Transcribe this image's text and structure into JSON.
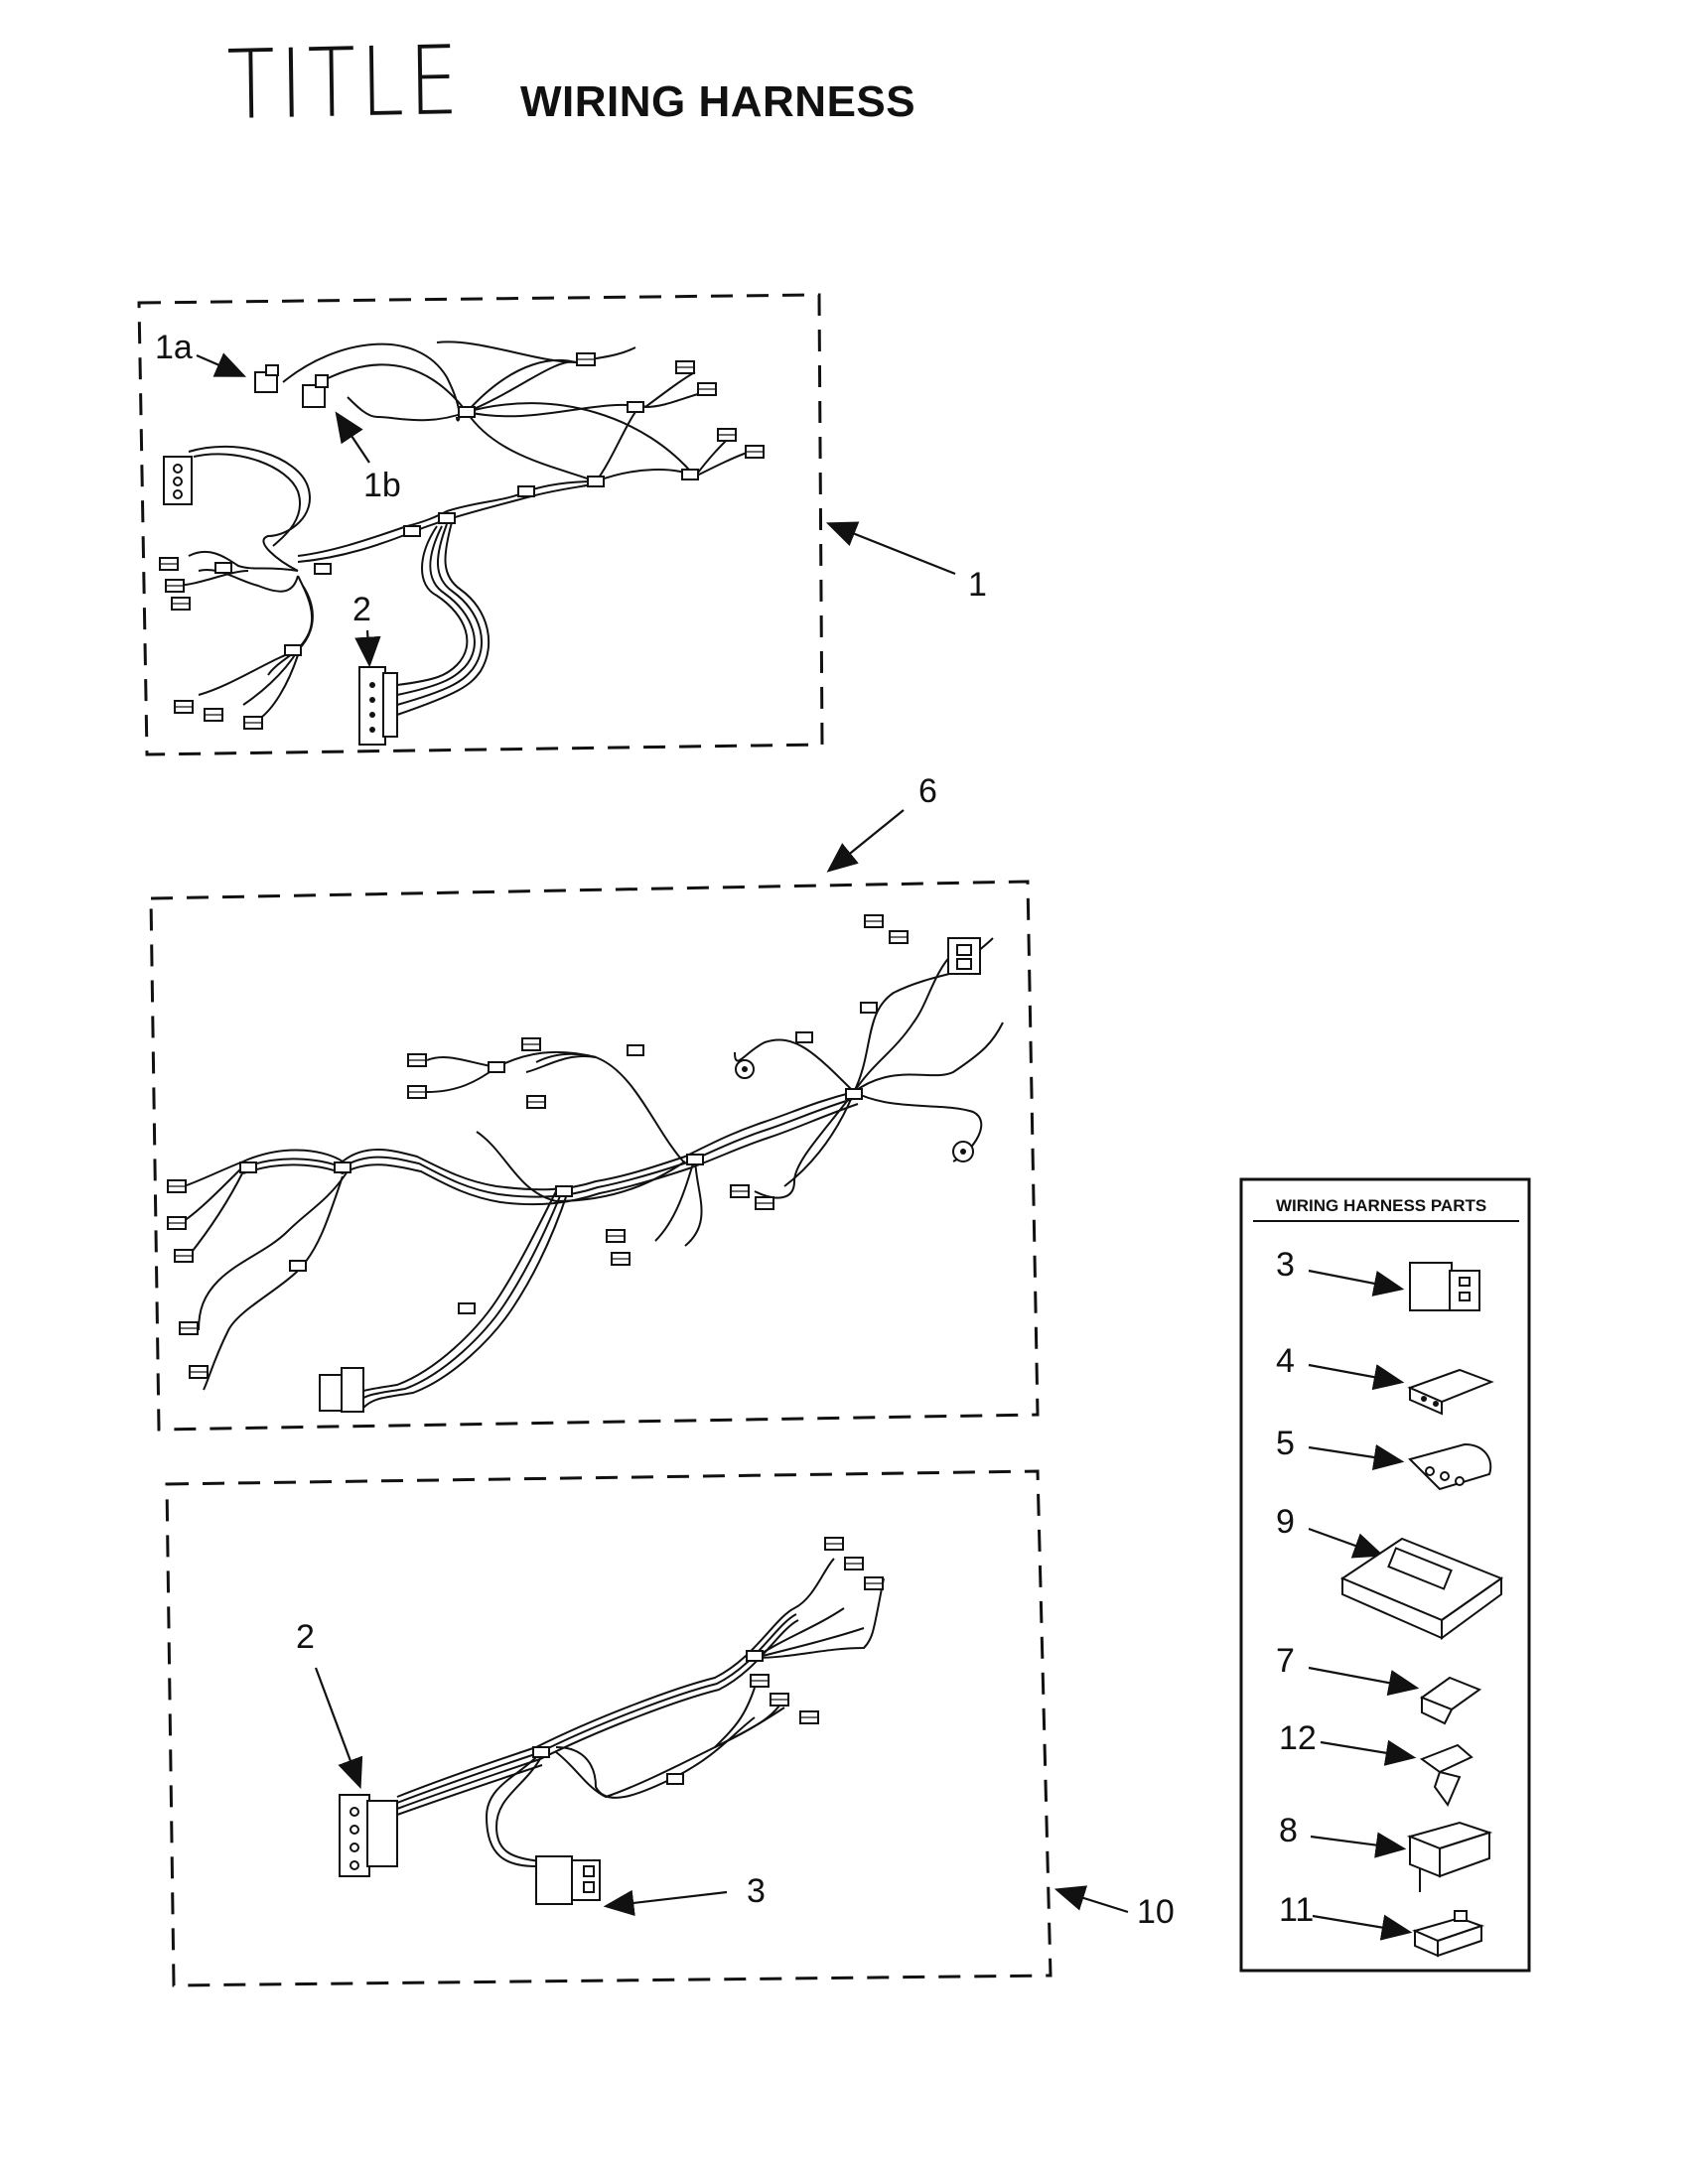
{
  "header": {
    "handwritten_label": "TITLE",
    "title": "WIRING HARNESS"
  },
  "callouts": {
    "c1a": "1a",
    "c1b": "1b",
    "c1": "1",
    "c2_top": "2",
    "c6": "6",
    "c2_bottom": "2",
    "c3_bottom": "3",
    "c10": "10"
  },
  "parts_panel": {
    "heading": "WIRING HARNESS PARTS",
    "items": [
      "3",
      "4",
      "5",
      "9",
      "7",
      "12",
      "8",
      "11"
    ]
  }
}
